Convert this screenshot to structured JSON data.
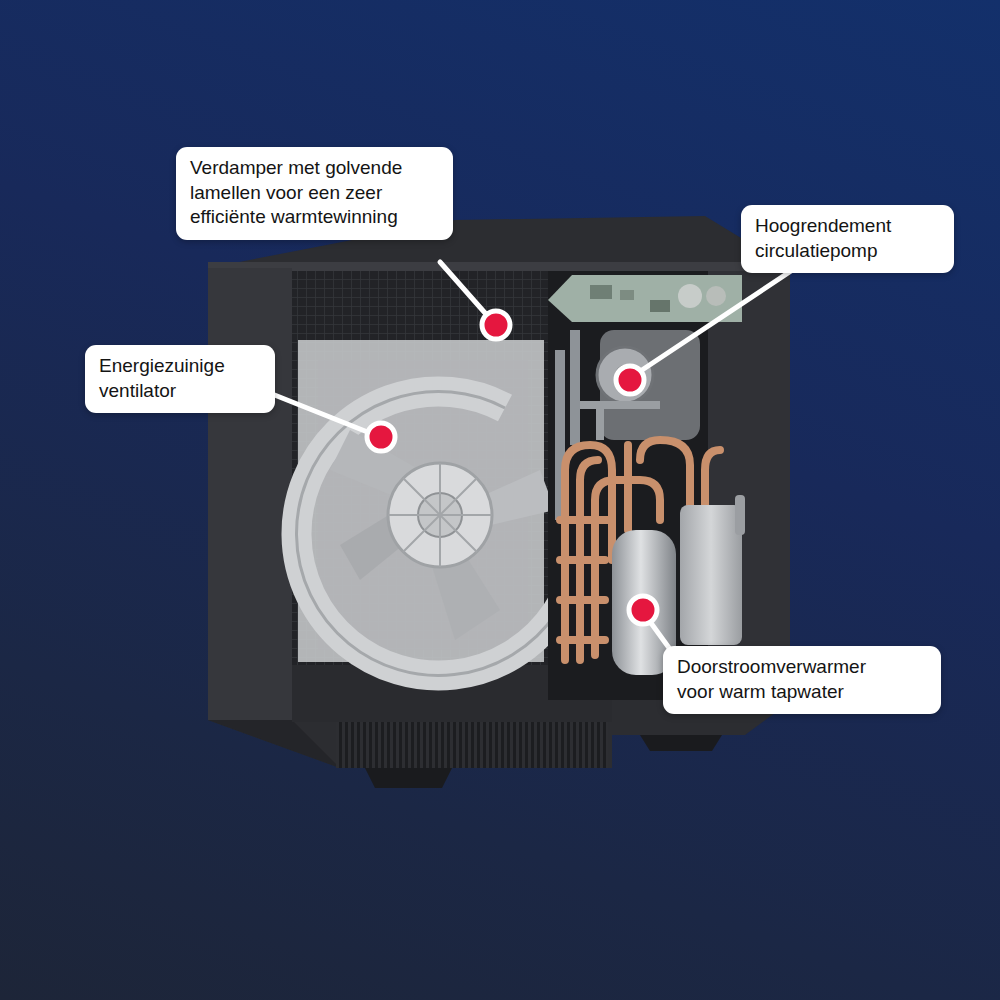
{
  "diagram": {
    "nodes": [
      {
        "text": [
          "Verdamper met golvende lamellen voor een zeer efficiënte warmtewinning"
        ]
      },
      {
        "text": [
          "Hoogrendement circulatiepomp"
        ]
      },
      {
        "text": [
          "Energiezuinige ventilator"
        ]
      },
      {
        "text": [
          "Doorstroomverwarmer voor warm tapwater"
        ]
      }
    ]
  }
}
